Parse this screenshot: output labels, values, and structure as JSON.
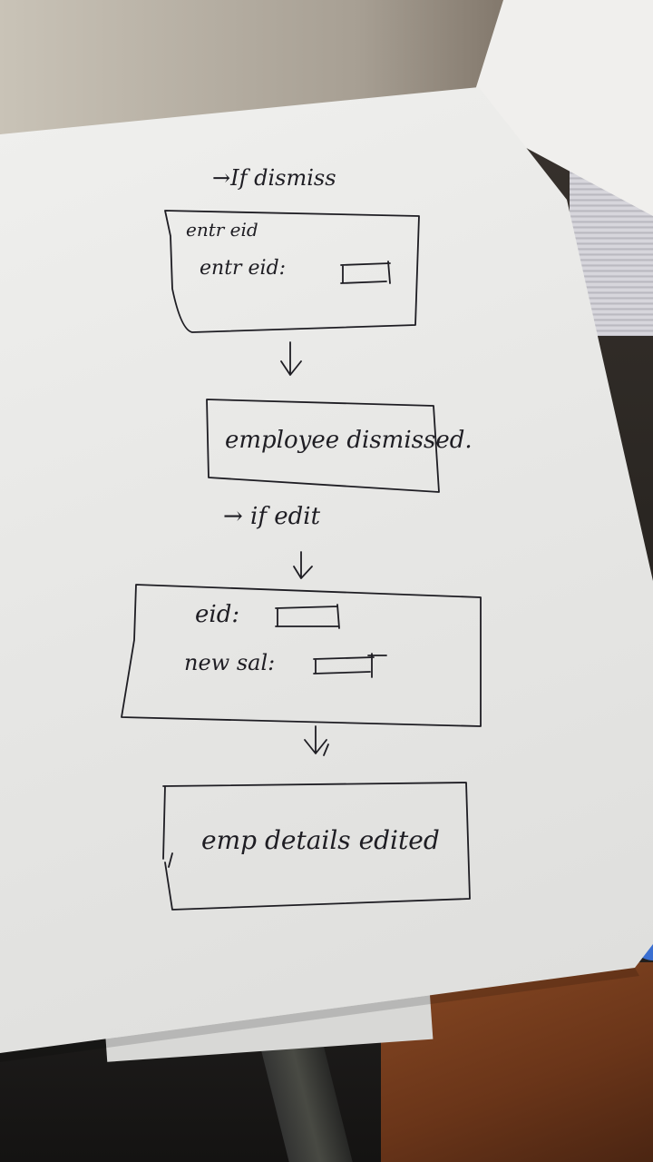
{
  "diagram": {
    "branch_dismiss_label": "→If dismiss",
    "dismiss_box": {
      "title": "entr eid",
      "field_label": "entr eid:"
    },
    "dismiss_result_text": "employee dismissed.",
    "branch_edit_label": "→ if edit",
    "edit_box": {
      "eid_label": "eid:",
      "salary_label": "new sal:"
    },
    "edit_result_text": "emp details edited"
  },
  "colors": {
    "ink": "#1e1d23",
    "paper": "#ececea",
    "wood": "#7a3f1e",
    "blue_object": "#3b6fd1"
  }
}
